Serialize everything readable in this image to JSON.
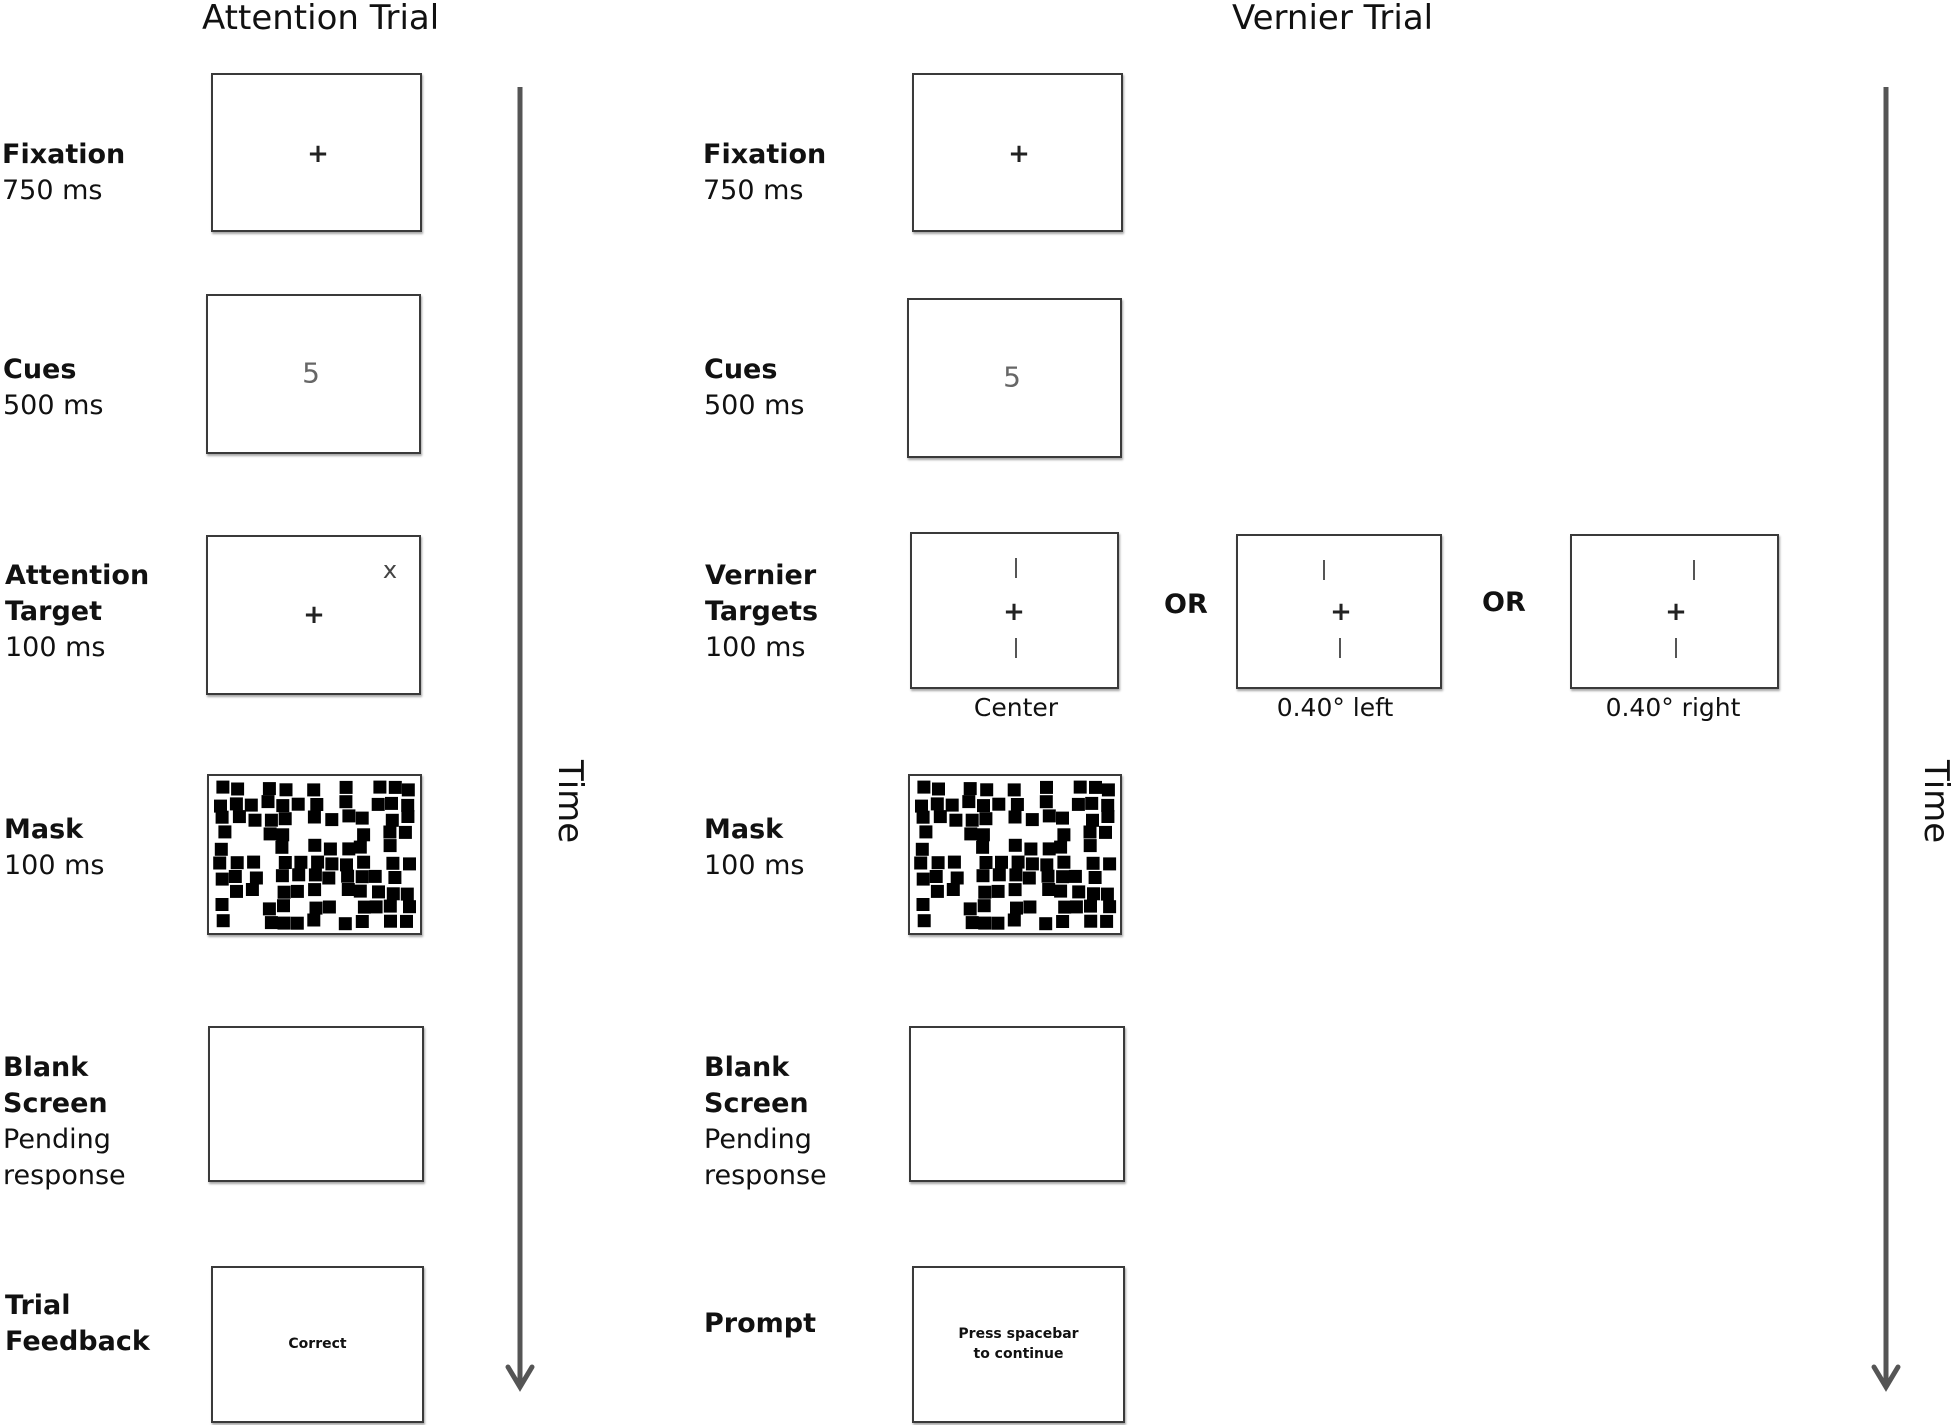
{
  "titles": {
    "left": "Attention Trial",
    "right": "Vernier Trial"
  },
  "attention_stages": [
    {
      "name": "Fixation",
      "duration": "750 ms"
    },
    {
      "name": "Cues",
      "duration": "500 ms"
    },
    {
      "name": "Attention Target",
      "duration": "100 ms"
    },
    {
      "name": "Mask",
      "duration": "100 ms"
    },
    {
      "name": "Blank Screen",
      "duration": "Pending response"
    },
    {
      "name": "Trial Feedback",
      "duration": ""
    }
  ],
  "vernier_stages": [
    {
      "name": "Fixation",
      "duration": "750 ms"
    },
    {
      "name": "Cues",
      "duration": "500 ms"
    },
    {
      "name": "Vernier Targets",
      "duration": "100 ms"
    },
    {
      "name": "Mask",
      "duration": "100 ms"
    },
    {
      "name": "Blank Screen",
      "duration": "Pending response"
    },
    {
      "name": "Prompt",
      "duration": ""
    }
  ],
  "screen_content": {
    "fixation_cross": "+",
    "cue_symbol": "5",
    "attention_target_symbol": "x",
    "feedback_text": "Correct",
    "prompt_line1": "Press spacebar",
    "prompt_line2": "to continue"
  },
  "vernier_options": {
    "or_label": "OR",
    "captions": [
      "Center",
      "0.40° left",
      "0.40° right"
    ]
  },
  "time_axis": {
    "label": "Time"
  }
}
